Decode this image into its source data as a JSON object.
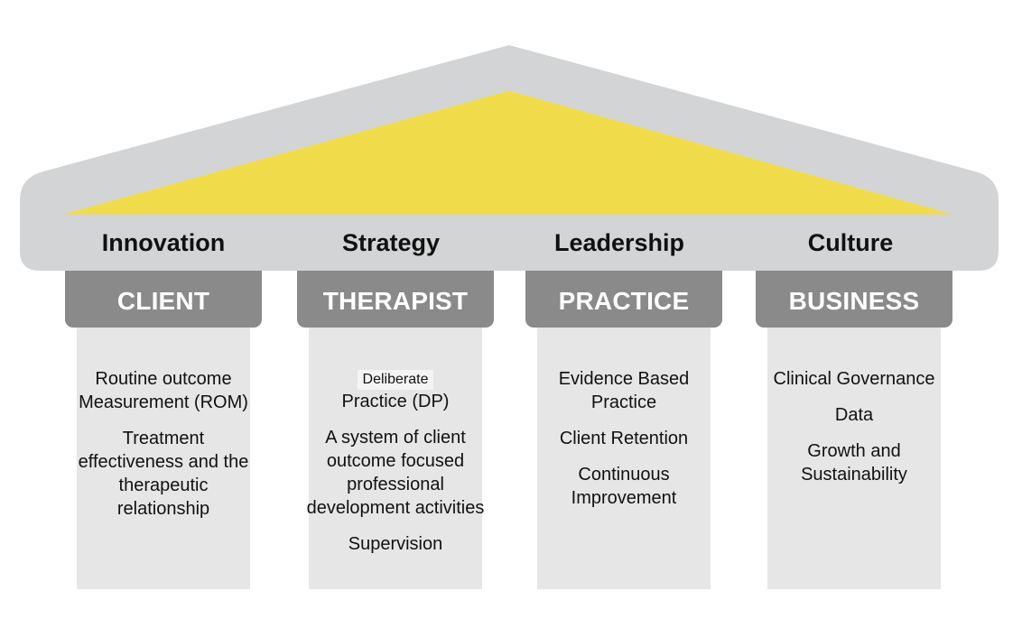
{
  "colors": {
    "roof_outer": "#d3d4d5",
    "roof_inner": "#f0dc4a",
    "cap": "#8a8a8a",
    "shaft": "#e6e6e6"
  },
  "beam_labels": [
    "Innovation",
    "Strategy",
    "Leadership",
    "Culture"
  ],
  "pillars": [
    {
      "header": "CLIENT",
      "items": [
        "Routine outcome Measurement (ROM)",
        "Treatment effectiveness and the therapeutic relationship"
      ]
    },
    {
      "header": "THERAPIST",
      "small_label": "Deliberate",
      "items": [
        "Practice (DP)",
        "A system of client outcome focused professional development activities",
        "Supervision"
      ]
    },
    {
      "header": "PRACTICE",
      "items": [
        "Evidence Based Practice",
        "Client Retention",
        "Continuous Improvement"
      ]
    },
    {
      "header": "BUSINESS",
      "items": [
        "Clinical Governance",
        "Data",
        "Growth and Sustainability"
      ]
    }
  ]
}
